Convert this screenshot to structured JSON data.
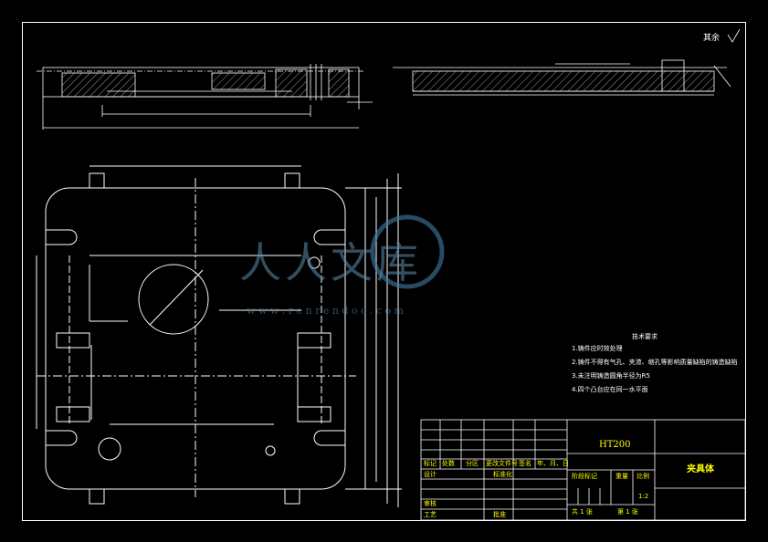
{
  "drawing": {
    "roughness_note": "其余",
    "tech_requirements": {
      "title": "技术要求",
      "items": [
        "1.铸件应时效处理",
        "2.铸件不得有气孔、夹渣、缩孔等影响质量缺陷的铸造缺陷",
        "3.未注明铸造圆角半径为R5",
        "4.四个凸台应在同一水平面"
      ]
    },
    "title_block": {
      "material": "HT200",
      "part_name": "夹具体",
      "headers": [
        "标记",
        "处数",
        "分区",
        "更改文件号",
        "签名",
        "年、月、日"
      ],
      "design_label": "设计",
      "standardize_label": "标准化",
      "stage_label": "阶段标记",
      "weight_label": "重量",
      "scale_label": "比例",
      "scale_value": "1:2",
      "review_label": "审核",
      "process_label": "工艺",
      "approve_label": "批准",
      "sheets_total": "共  1  张",
      "sheet_no": "第  1  张"
    },
    "watermark": {
      "text": "人人文库",
      "url": "w w w . r e n r e n d o c . c o m"
    }
  }
}
